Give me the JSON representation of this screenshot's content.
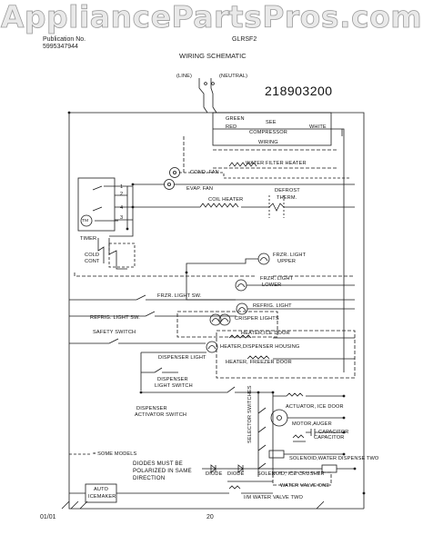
{
  "watermark": "AppliancePartsPros.com",
  "header": {
    "line1_left": "Publication No.",
    "line2_left": "5995347944",
    "model": "GLRSF2",
    "title": "WIRING SCHEMATIC"
  },
  "power": {
    "line": "(LINE)",
    "neutral": "(NEUTRAL)"
  },
  "diagram_number": "218903200",
  "labels": {
    "green": "GREEN",
    "see": "SEE",
    "red": "RED",
    "compressor": "COMPRESSOR",
    "white": "WHITE",
    "wiring": "WIRING",
    "water_filter_heater": "WATER FILTER HEATER",
    "cond_fan": "COND. FAN",
    "evap_fan": "EVAP. FAN",
    "coil_heater": "COIL HEATER",
    "defrost": "DEFROST",
    "therm": "THERM.",
    "tm": "TM",
    "timer": "TIMER",
    "cold": "COLD",
    "cont": "CONT",
    "frzr_light_upper_1": "FRZR. LIGHT",
    "frzr_light_upper_2": "UPPER",
    "frzr_light_lower_1": "FRZR. LIGHT",
    "frzr_light_lower_2": "LOWER",
    "frzr_light_sw": "FRZR. LIGHT SW.",
    "refrig_light": "REFRIG. LIGHT",
    "refrig_light_sw": "REFRIG. LIGHT SW.",
    "crisper_lights": "CRISPER LIGHTS",
    "safety_switch": "SAFETY SWITCH",
    "heater_ice_door": "HEATER,ICE DOOR",
    "heater_dispenser_housing": "HEATER,DISPENSER HOUSING",
    "dispenser_light": "DISPENSER LIGHT",
    "heater_freezer_door": "HEATER, FREEZER DOOR",
    "dispenser_light_sw_1": "DISPENSER",
    "dispenser_light_sw_2": "LIGHT SWITCH",
    "dispenser_activator_1": "DISPENSER",
    "dispenser_activator_2": "ACTIVATOR SWITCH",
    "actuator_ice_door": "ACTUATOR, ICE DOOR",
    "selector_switches": "SELECTOR SWITCHES",
    "motor_auger": "MOTOR,AUGER",
    "capacitor_1": "CAPACITOR",
    "capacitor_2": "CAPACITOR",
    "some_models": "= SOME MODELS",
    "sol_water_dispense": "SOLENOID,WATER DISPENSE TWO",
    "diodes_note_1": "DIODES MUST BE",
    "diodes_note_2": "POLARIZED IN SAME",
    "diodes_note_3": "DIRECTION",
    "diode_1": "DIODE",
    "diode_2": "DIODE",
    "sol_ice_crusher": "SOLENOID, ICE CRUSHER",
    "water_valve_one": "WATER VALVE ONE",
    "auto_1": "AUTO",
    "auto_2": "ICEMAKER",
    "im_water_valve_two": "I/M WATER VALVE TWO",
    "t1": "1",
    "t2": "2",
    "t3": "3",
    "t4": "4"
  },
  "footer": {
    "date": "01/01",
    "page": "20"
  },
  "colors": {
    "ink": "#1a1a1a",
    "watermark_fill": "#e9e9e9",
    "watermark_stroke": "#9a9a9a"
  }
}
